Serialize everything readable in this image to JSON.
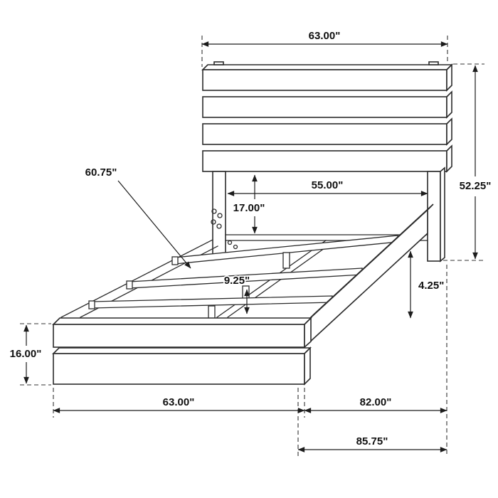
{
  "diagram": {
    "subject": "bed-frame-line-drawing",
    "colors": {
      "line": "#2b2b2b",
      "background": "#ffffff",
      "label": "#111111"
    },
    "dimensions": {
      "headboard_width": "63.00\"",
      "headboard_height": "52.25\"",
      "inner_width": "55.00\"",
      "headboard_clearance": "17.00\"",
      "rail_length": "60.75\"",
      "support_height": "9.25\"",
      "rail_gap": "4.25\"",
      "footboard_height": "16.00\"",
      "footboard_width": "63.00\"",
      "frame_length": "82.00\"",
      "overall_length": "85.75\""
    }
  }
}
